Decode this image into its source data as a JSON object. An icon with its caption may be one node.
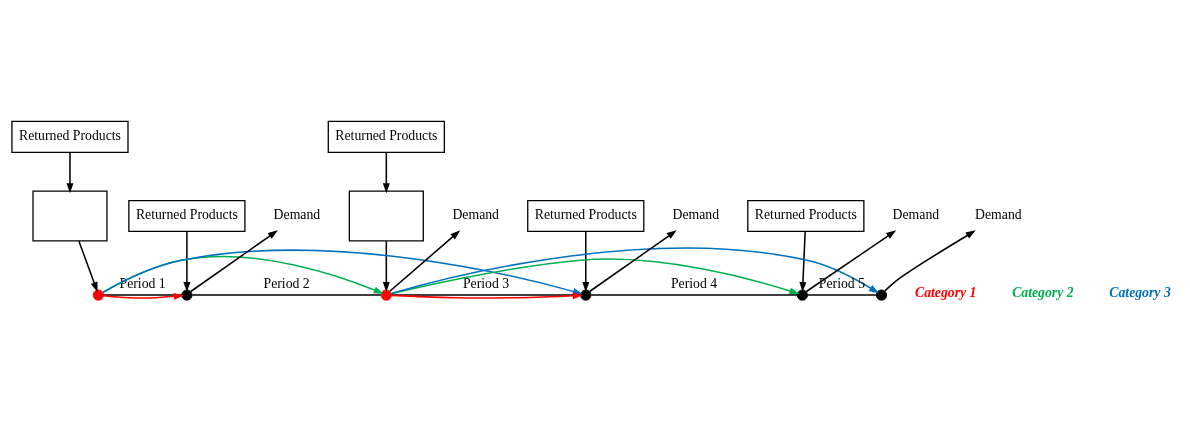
{
  "diagram": {
    "nodes": [
      {
        "text": [
          "Returned Products"
        ]
      },
      {
        "text": [],
        "shape": "box"
      },
      {
        "text": [
          "Returned Products"
        ]
      },
      {
        "text": [
          "Returned Products"
        ]
      },
      {
        "text": [],
        "shape": "box"
      },
      {
        "text": [
          "Returned Products"
        ]
      },
      {
        "text": [
          "Returned Products"
        ]
      },
      {
        "text": [
          "Demand"
        ]
      },
      {
        "text": [
          "Demand"
        ]
      },
      {
        "text": [
          "Demand"
        ]
      },
      {
        "text": [
          "Demand"
        ]
      },
      {
        "text": [
          "Demand"
        ]
      },
      {
        "text": [],
        "shape": "circle"
      },
      {
        "text": [],
        "shape": "circle"
      },
      {
        "text": [],
        "shape": "circle"
      },
      {
        "text": [],
        "shape": "circle"
      },
      {
        "text": [],
        "shape": "circle"
      },
      {
        "text": [],
        "shape": "circle"
      }
    ],
    "edges": [
      {
        "from": 0,
        "to": 1,
        "arrow": "to"
      },
      {
        "from": 1,
        "to": 12,
        "arrow": "to"
      },
      {
        "from": 2,
        "to": 13,
        "arrow": "to"
      },
      {
        "from": 3,
        "to": 4,
        "arrow": "to"
      },
      {
        "from": 4,
        "to": 14,
        "arrow": "to"
      },
      {
        "from": 5,
        "to": 15,
        "arrow": "to"
      },
      {
        "from": 6,
        "to": 16,
        "arrow": "to"
      },
      {
        "from": 13,
        "to": 7,
        "arrow": "to"
      },
      {
        "from": 14,
        "to": 8,
        "arrow": "to"
      },
      {
        "from": 15,
        "to": 9,
        "arrow": "to"
      },
      {
        "from": 16,
        "to": 10,
        "arrow": "to"
      },
      {
        "from": 17,
        "to": 11,
        "arrow": "to"
      },
      {
        "from": 12,
        "to": 13,
        "arrow": "none",
        "label": "Period 1"
      },
      {
        "from": 13,
        "to": 14,
        "arrow": "none",
        "label": "Period 2"
      },
      {
        "from": 14,
        "to": 15,
        "arrow": "none",
        "label": "Period 3"
      },
      {
        "from": 15,
        "to": 16,
        "arrow": "none",
        "label": "Period 4"
      },
      {
        "from": 16,
        "to": 17,
        "arrow": "none",
        "label": "Period 5"
      },
      {
        "from": 12,
        "to": 13,
        "arrow": "to",
        "color": "#ff0000"
      },
      {
        "from": 12,
        "to": 14,
        "arrow": "to",
        "color": "#00b050"
      },
      {
        "from": 12,
        "to": 15,
        "arrow": "to",
        "color": "#0070c0"
      },
      {
        "from": 14,
        "to": 15,
        "arrow": "to",
        "color": "#ff0000"
      },
      {
        "from": 14,
        "to": 16,
        "arrow": "to",
        "color": "#00b050"
      },
      {
        "from": 14,
        "to": 17,
        "arrow": "to",
        "color": "#0070c0"
      }
    ],
    "labels": [
      "Category 1",
      "Category 2",
      "Category 3"
    ]
  }
}
